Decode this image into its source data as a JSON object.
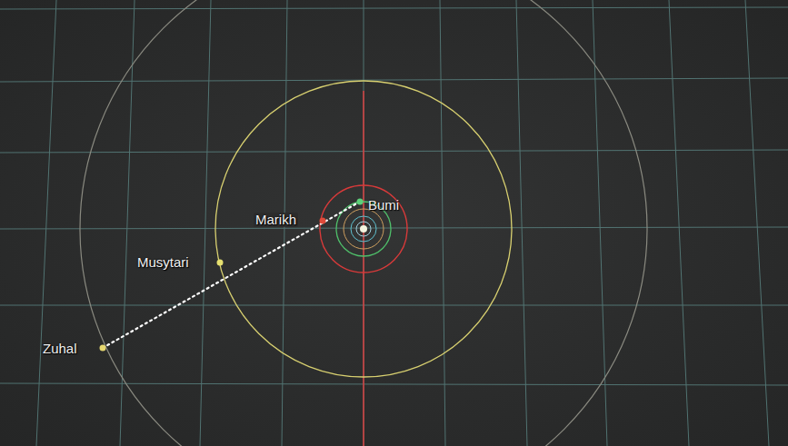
{
  "diagram": {
    "labels": [
      "Bumi",
      "Marikh",
      "Musytari",
      "Zuhal"
    ]
  }
}
